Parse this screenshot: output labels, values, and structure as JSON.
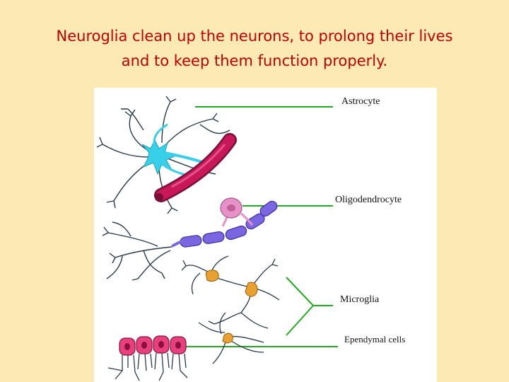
{
  "slide": {
    "title_line1": "Neuroglia clean up the neurons, to prolong their lives",
    "title_line2": "and to keep them function properly."
  },
  "diagram": {
    "labels": {
      "astrocyte": "Astrocyte",
      "oligodendrocyte": "Oligodendrocyte",
      "microglia": "Microglia",
      "ependymal": "Ependymal cells"
    },
    "colors": {
      "background": "#fde9b4",
      "title": "#c00000",
      "leader_line": "#22aa22",
      "astrocyte_body": "#38d0e8",
      "blood_vessel": "#c8185a",
      "oligodendrocyte_body": "#e890c8",
      "myelin": "#7a66e0",
      "microglia": "#e8a030",
      "ependymal": "#e8407a"
    }
  }
}
